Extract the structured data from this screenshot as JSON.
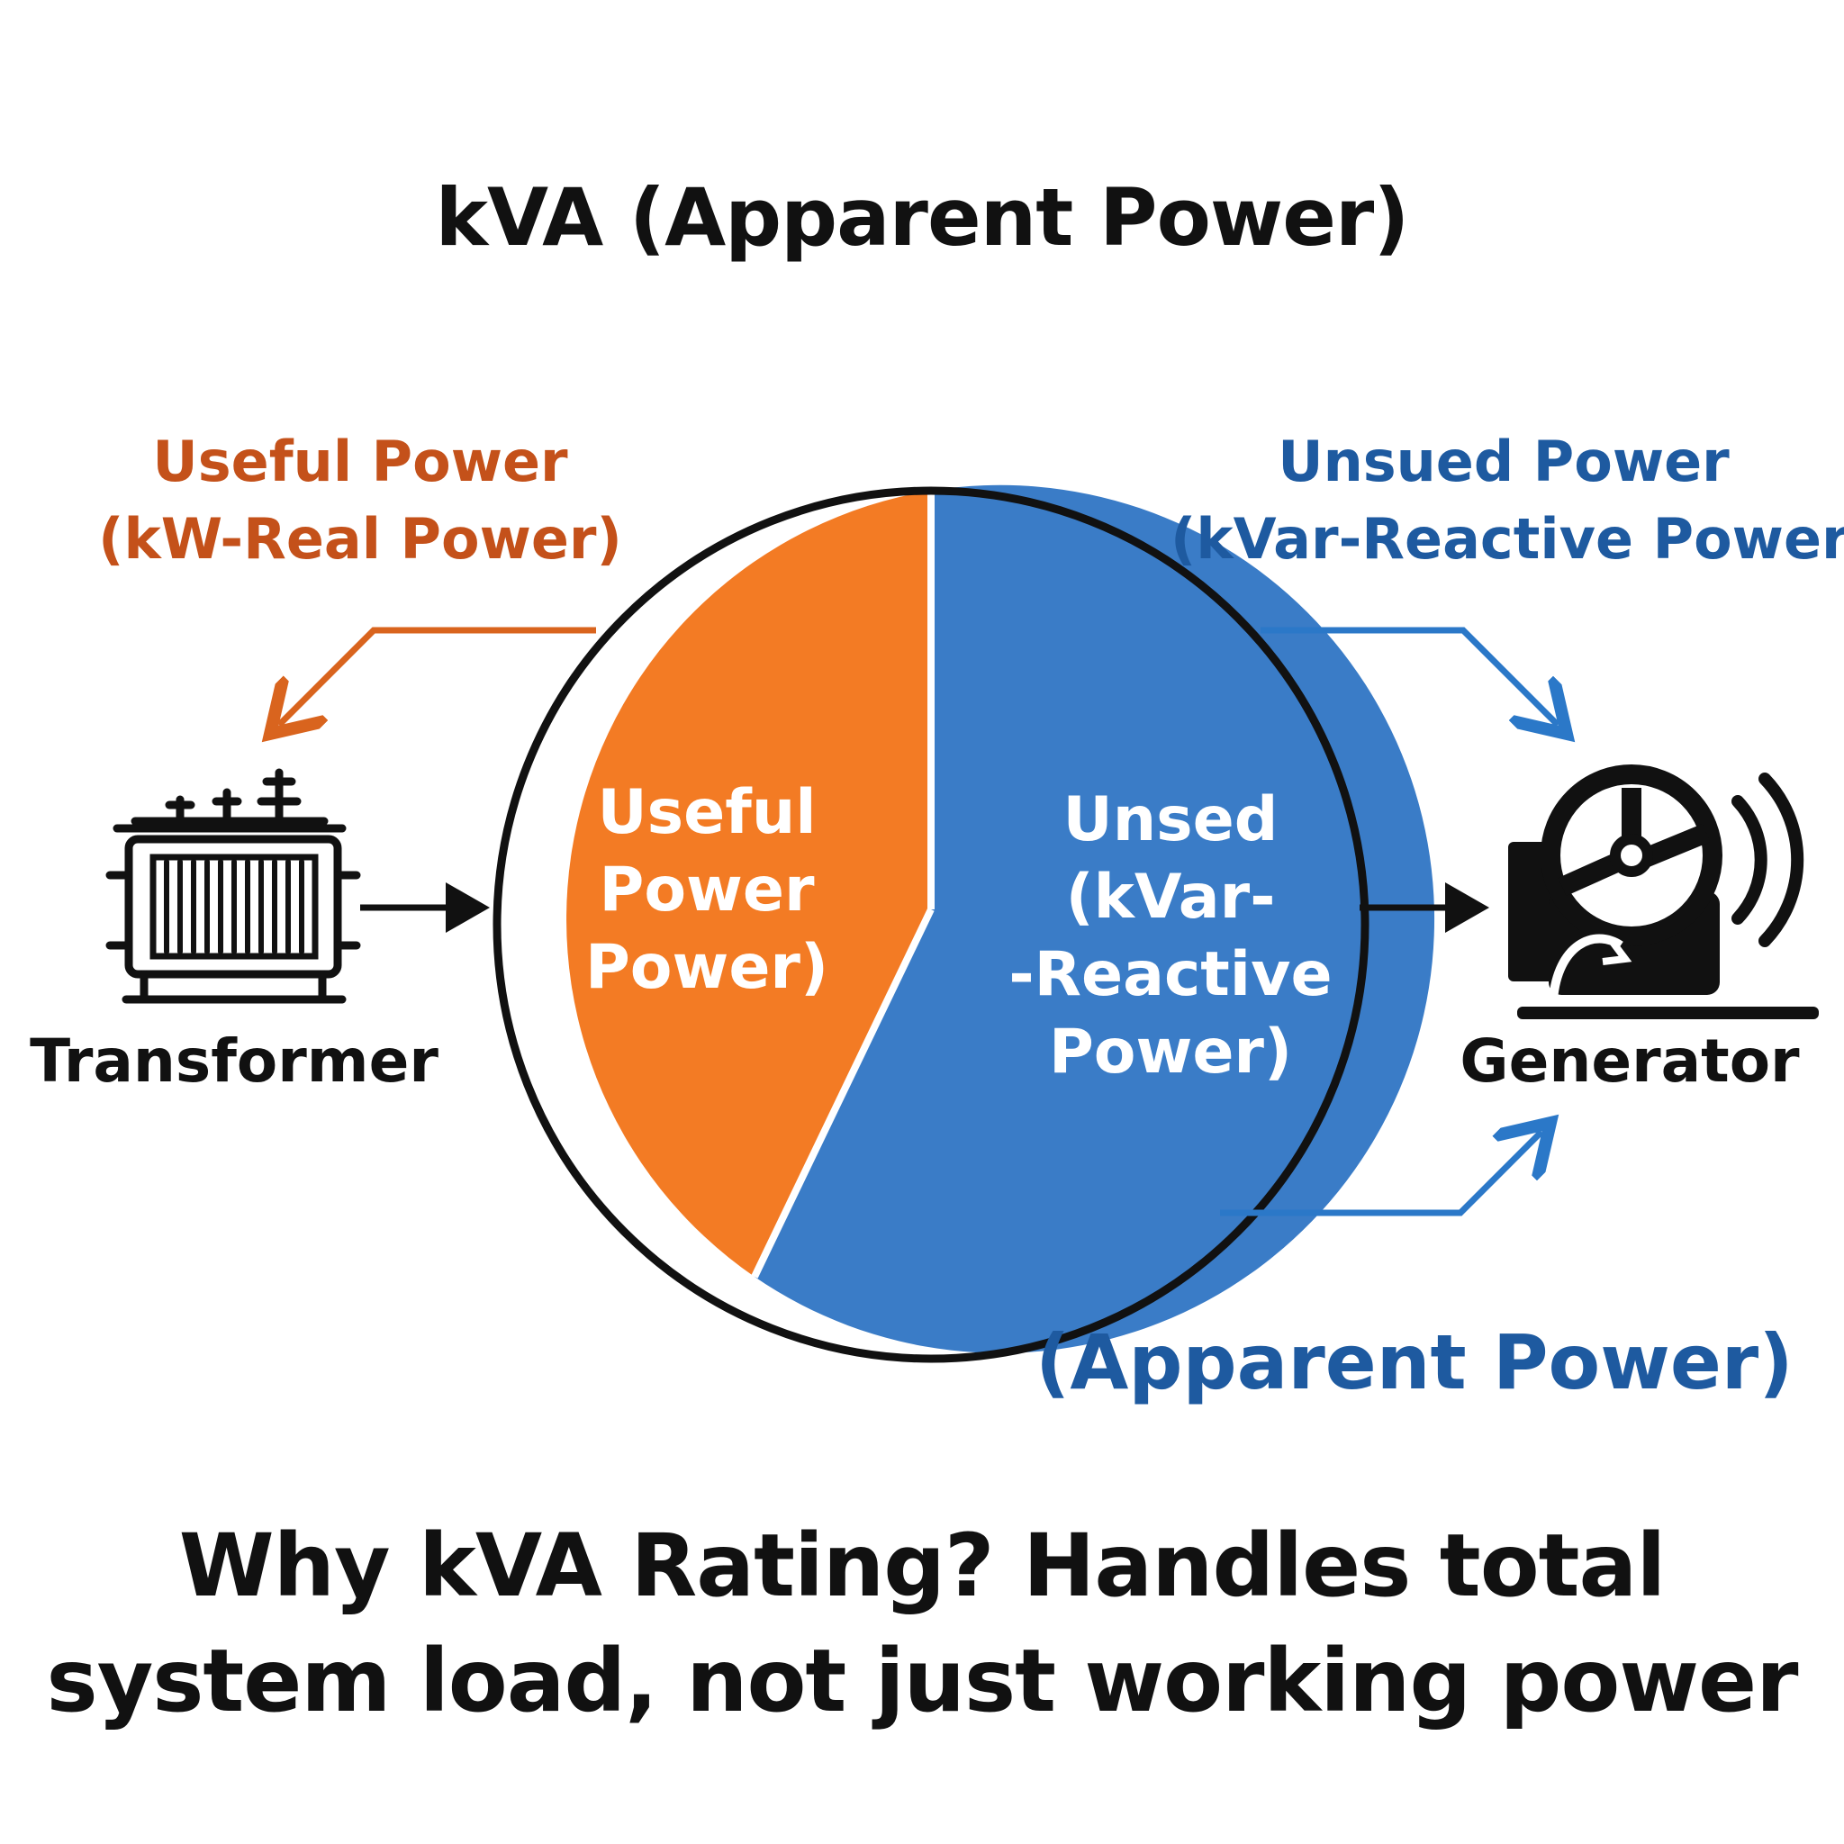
{
  "title": "kVA (Apparent Power)",
  "callouts": {
    "useful": {
      "line1": "Useful Power",
      "line2": "(kW-Real Power)",
      "color": "#C4511A"
    },
    "unused": {
      "line1": "Unsued Power",
      "line2": "(kVar-Reactive Power)",
      "color": "#1E5AA0"
    },
    "apparent": {
      "text": "(Apparent Power)",
      "color": "#1E5AA0"
    }
  },
  "pie": {
    "segments": [
      {
        "name": "useful",
        "lines": [
          "Useful",
          "Power",
          "Power)"
        ],
        "color": "#F37B24"
      },
      {
        "name": "unused",
        "lines": [
          "Unsed",
          "(kVar-",
          "-Reactive",
          "Power)"
        ],
        "color": "#3A7CC7"
      }
    ],
    "outline_color": "#111111"
  },
  "devices": {
    "transformer": {
      "label": "Transformer",
      "icon": "transformer-icon"
    },
    "generator": {
      "label": "Generator",
      "icon": "generator-icon"
    }
  },
  "footer": {
    "line1": "Why kVA Rating? Handles total",
    "line2": "system load, not just working power"
  }
}
